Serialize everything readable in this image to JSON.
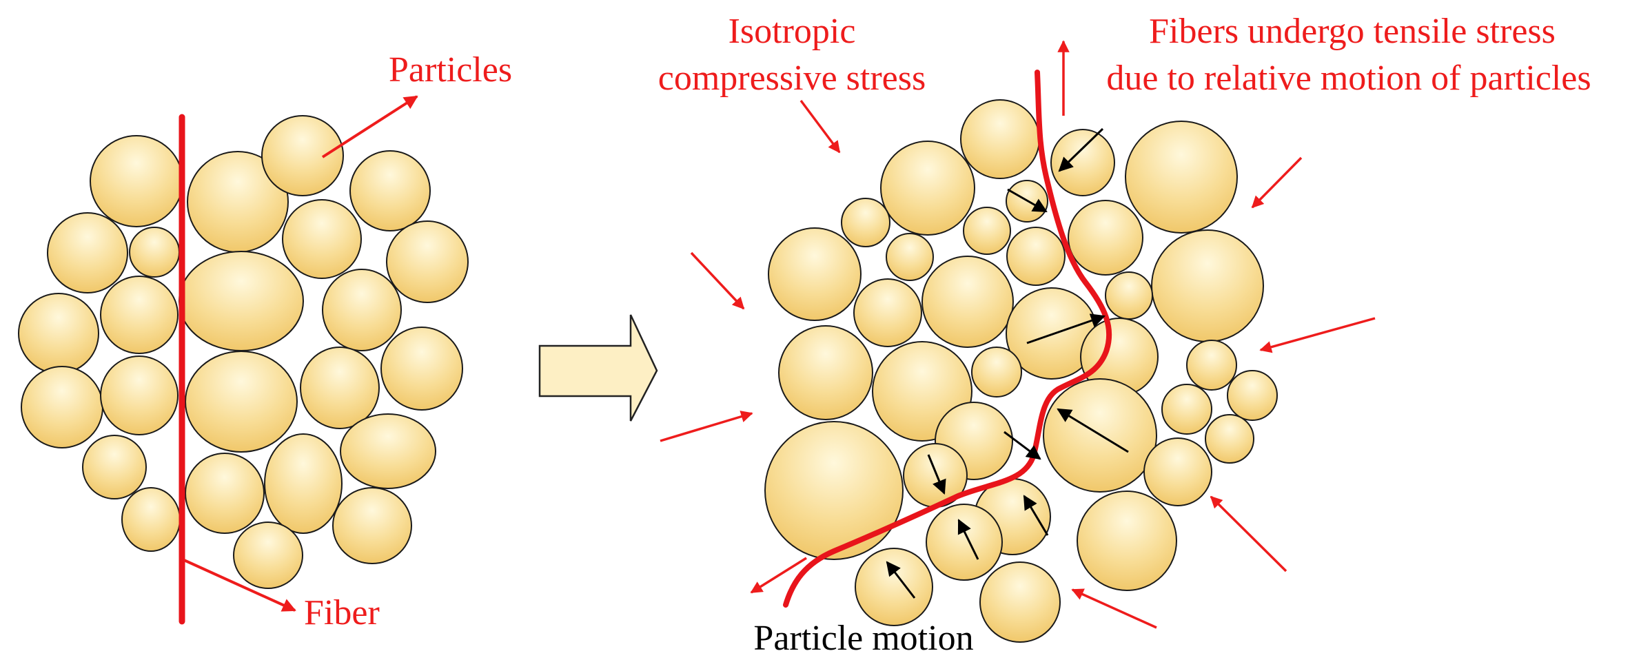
{
  "labels": {
    "particles": "Particles",
    "fiber": "Fiber",
    "isotropic_line1": "Isotropic",
    "isotropic_line2": "compressive stress",
    "tensile_line1": "Fibers undergo tensile stress",
    "tensile_line2": "due to relative motion of particles",
    "particle_motion": "Particle motion"
  },
  "colors": {
    "particle_fill_light": "#fff6d6",
    "particle_fill_dark": "#f0c666",
    "particle_stroke": "#111111",
    "fiber": "#e8141b",
    "red_label": "#ee1c1c",
    "motion_arrow": "#000000",
    "transition_arrow_fill": "#fdefc4"
  }
}
